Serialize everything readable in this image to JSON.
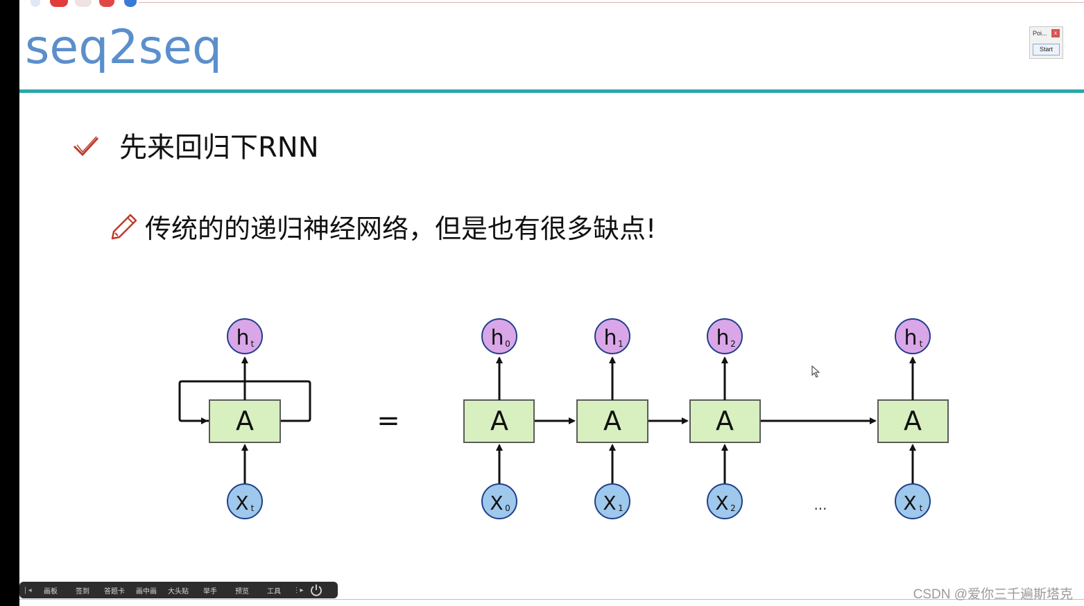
{
  "slide": {
    "title": "seq2seq",
    "bullet1": "先来回归下RNN",
    "bullet2": "传统的的递归神经网络，但是也有很多缺点!"
  },
  "popup": {
    "label": "Poi...",
    "close": "x",
    "start_button": "Start"
  },
  "diagram": {
    "equals": "=",
    "ellipsis": "...",
    "rolled": {
      "cell": "A",
      "hidden": "h",
      "hidden_sub": "t",
      "input": "X",
      "input_sub": "t"
    },
    "unrolled": [
      {
        "cell": "A",
        "hidden": "h",
        "hidden_sub": "0",
        "input": "X",
        "input_sub": "0"
      },
      {
        "cell": "A",
        "hidden": "h",
        "hidden_sub": "1",
        "input": "X",
        "input_sub": "1"
      },
      {
        "cell": "A",
        "hidden": "h",
        "hidden_sub": "2",
        "input": "X",
        "input_sub": "2"
      },
      {
        "cell": "A",
        "hidden": "h",
        "hidden_sub": "t",
        "input": "X",
        "input_sub": "t"
      }
    ],
    "colors": {
      "cell_fill": "#d8f0c0",
      "hidden_fill": "#d9a6e8",
      "input_fill": "#9ec8ec"
    }
  },
  "toolbar": {
    "items": [
      "画板",
      "签到",
      "答题卡",
      "画中画",
      "大头贴",
      "举手",
      "预览",
      "工具"
    ]
  },
  "watermark": "CSDN @爱你三千遍斯塔克",
  "colors": {
    "title": "#5b8fcb",
    "rule": "#2aa7ad",
    "check": "#c0392b"
  }
}
